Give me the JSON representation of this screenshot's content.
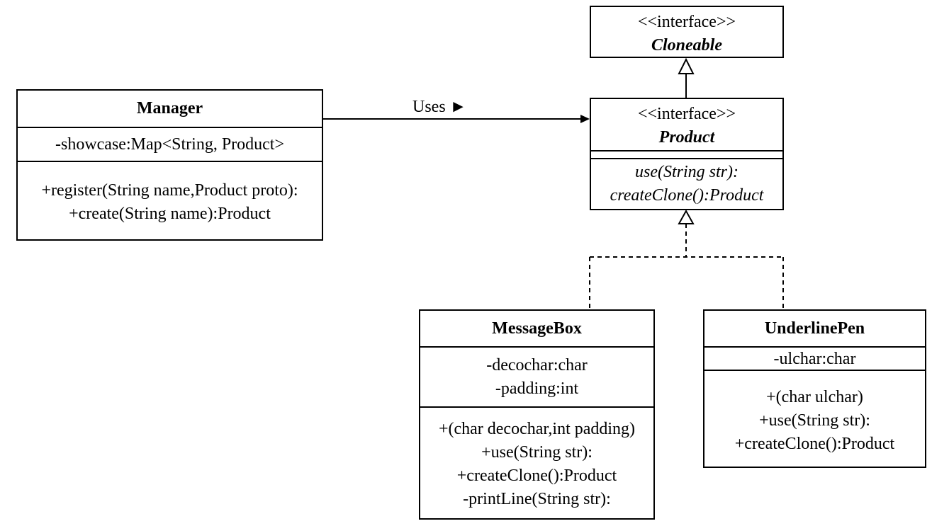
{
  "classes": {
    "cloneable": {
      "stereotype": "<<interface>>",
      "name": "Cloneable"
    },
    "product": {
      "stereotype": "<<interface>>",
      "name": "Product",
      "methods": [
        "use(String str):",
        "createClone():Product"
      ]
    },
    "manager": {
      "name": "Manager",
      "attributes": [
        "-showcase:Map<String, Product>"
      ],
      "methods": [
        "+register(String name,Product proto):",
        "+create(String name):Product"
      ]
    },
    "messagebox": {
      "name": "MessageBox",
      "attributes": [
        "-decochar:char",
        "-padding:int"
      ],
      "methods": [
        "+(char decochar,int padding)",
        "+use(String str):",
        "+createClone():Product",
        "-printLine(String str):"
      ]
    },
    "underlinepen": {
      "name": "UnderlinePen",
      "attributes": [
        "-ulchar:char"
      ],
      "methods": [
        "+(char ulchar)",
        "+use(String str):",
        "+createClone():Product"
      ]
    }
  },
  "relations": {
    "uses_label": "Uses ►"
  }
}
